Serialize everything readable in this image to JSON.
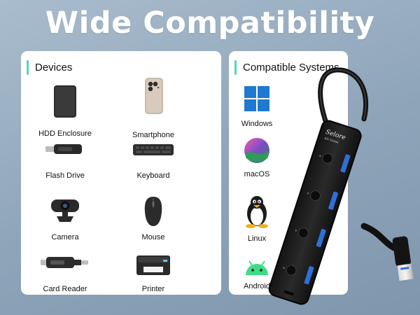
{
  "headline": "Wide Compatibility",
  "devices_panel": {
    "title": "Devices",
    "items": [
      {
        "label": "HDD Enclosure",
        "icon": "hdd-enclosure-icon"
      },
      {
        "label": "Smartphone",
        "icon": "smartphone-icon"
      },
      {
        "label": "Flash Drive",
        "icon": "flash-drive-icon"
      },
      {
        "label": "Keyboard",
        "icon": "keyboard-icon"
      },
      {
        "label": "Camera",
        "icon": "webcam-icon"
      },
      {
        "label": "Mouse",
        "icon": "mouse-icon"
      },
      {
        "label": "Card Reader",
        "icon": "card-reader-icon"
      },
      {
        "label": "Printer",
        "icon": "printer-icon"
      }
    ]
  },
  "systems_panel": {
    "title": "Compatible Systems",
    "items": [
      {
        "label": "Windows",
        "icon": "windows-logo-icon"
      },
      {
        "label": "macOS",
        "icon": "macos-icon"
      },
      {
        "label": "Linux",
        "icon": "linux-tux-icon"
      },
      {
        "label": "Android",
        "icon": "android-icon"
      }
    ]
  },
  "product": {
    "brand": "Selore",
    "brand_sub": "&S-Global"
  },
  "colors": {
    "accent": "#4fd6c1",
    "usb_port_blue": "#2f6fd6",
    "windows_blue": "#1f78d1",
    "android_green": "#3ddc84"
  }
}
